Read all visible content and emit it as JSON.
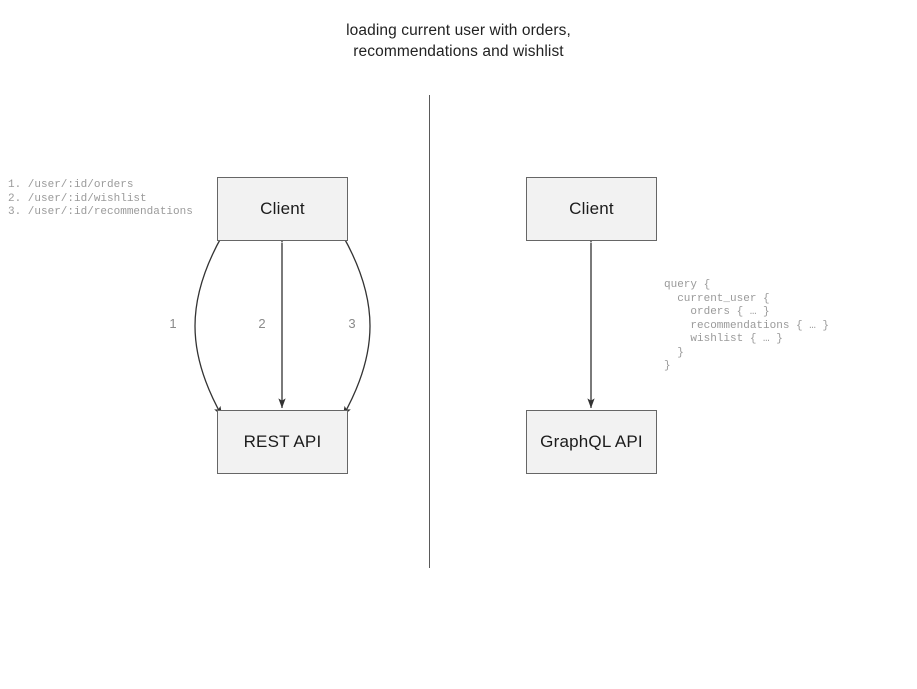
{
  "diagram": {
    "title": "loading current user with orders,\nrecommendations and wishlist",
    "divider": {
      "name": "vertical-divider",
      "color": "#5a5a5a"
    },
    "colors": {
      "node_fill": "#f2f2f2",
      "node_border": "#666666",
      "arrow": "#333333",
      "annotation_text": "#9a9a9a",
      "title_text": "#222222",
      "edge_label_text": "#8a8a8a"
    },
    "left_panel": {
      "name": "rest-approach",
      "nodes": [
        {
          "id": "rest-client",
          "label": "Client"
        },
        {
          "id": "rest-api",
          "label": "REST API"
        }
      ],
      "edges": [
        {
          "id": "edge-1",
          "label": "1",
          "style": "curve-left",
          "direction": "bidirectional"
        },
        {
          "id": "edge-2",
          "label": "2",
          "style": "straight",
          "direction": "bidirectional"
        },
        {
          "id": "edge-3",
          "label": "3",
          "style": "curve-right",
          "direction": "bidirectional"
        }
      ],
      "annotation": "1. /user/:id/orders\n2. /user/:id/wishlist\n3. /user/:id/recommendations"
    },
    "right_panel": {
      "name": "graphql-approach",
      "nodes": [
        {
          "id": "gql-client",
          "label": "Client"
        },
        {
          "id": "gql-api",
          "label": "GraphQL API"
        }
      ],
      "edges": [
        {
          "id": "edge-gql",
          "label": "",
          "style": "straight",
          "direction": "bidirectional"
        }
      ],
      "annotation": "query {\n  current_user {\n    orders { … }\n    recommendations { … }\n    wishlist { … }\n  }\n}"
    }
  }
}
